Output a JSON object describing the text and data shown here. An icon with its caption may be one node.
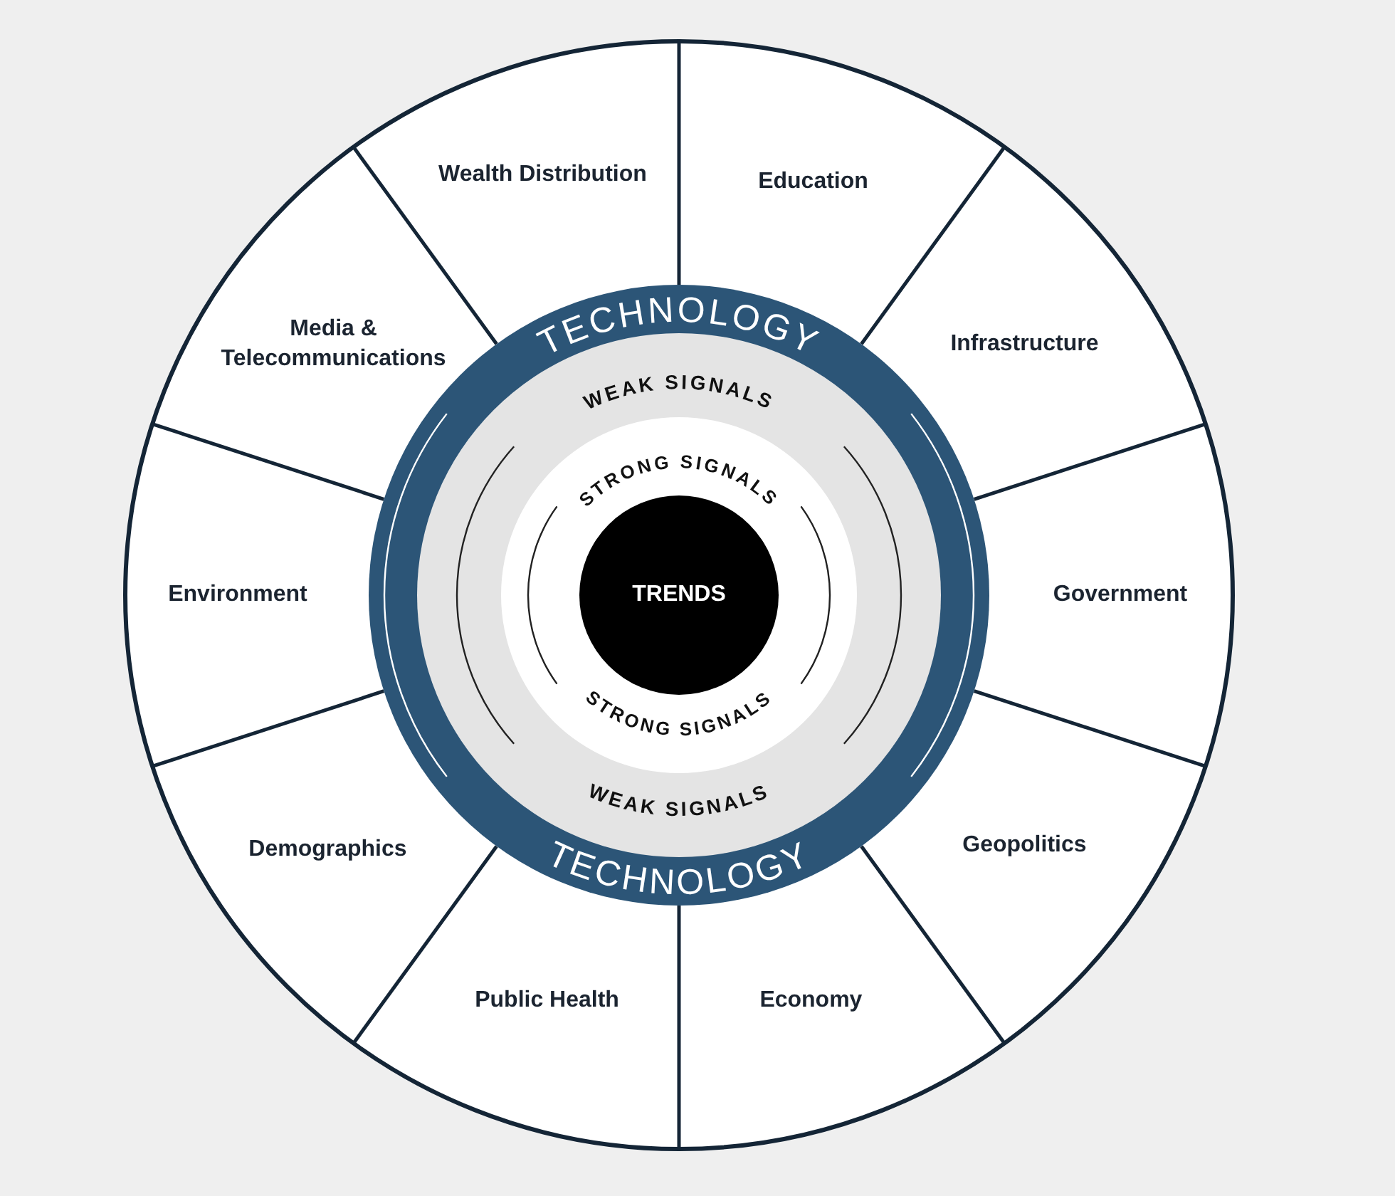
{
  "diagram": {
    "nodes": [
      {
        "text": [
          "Wealth Distribution"
        ]
      },
      {
        "text": [
          "Education"
        ]
      },
      {
        "text": [
          "Infrastructure"
        ]
      },
      {
        "text": [
          "Government"
        ]
      },
      {
        "text": [
          "Geopolitics"
        ]
      },
      {
        "text": [
          "Economy"
        ]
      },
      {
        "text": [
          "Public Health"
        ]
      },
      {
        "text": [
          "Demographics"
        ]
      },
      {
        "text": [
          "Environment"
        ]
      },
      {
        "text": [
          "Media & Telecommunications"
        ]
      },
      {
        "text": [
          "TECHNOLOGY",
          "TECHNOLOGY"
        ]
      },
      {
        "text": [
          "WEAK SIGNALS",
          "WEAK SIGNALS"
        ],
        "in": 10
      },
      {
        "text": [
          "STRONG SIGNALS",
          "STRONG SIGNALS"
        ],
        "in": 11
      },
      {
        "text": [
          "TRENDS"
        ],
        "in": 12
      }
    ]
  }
}
